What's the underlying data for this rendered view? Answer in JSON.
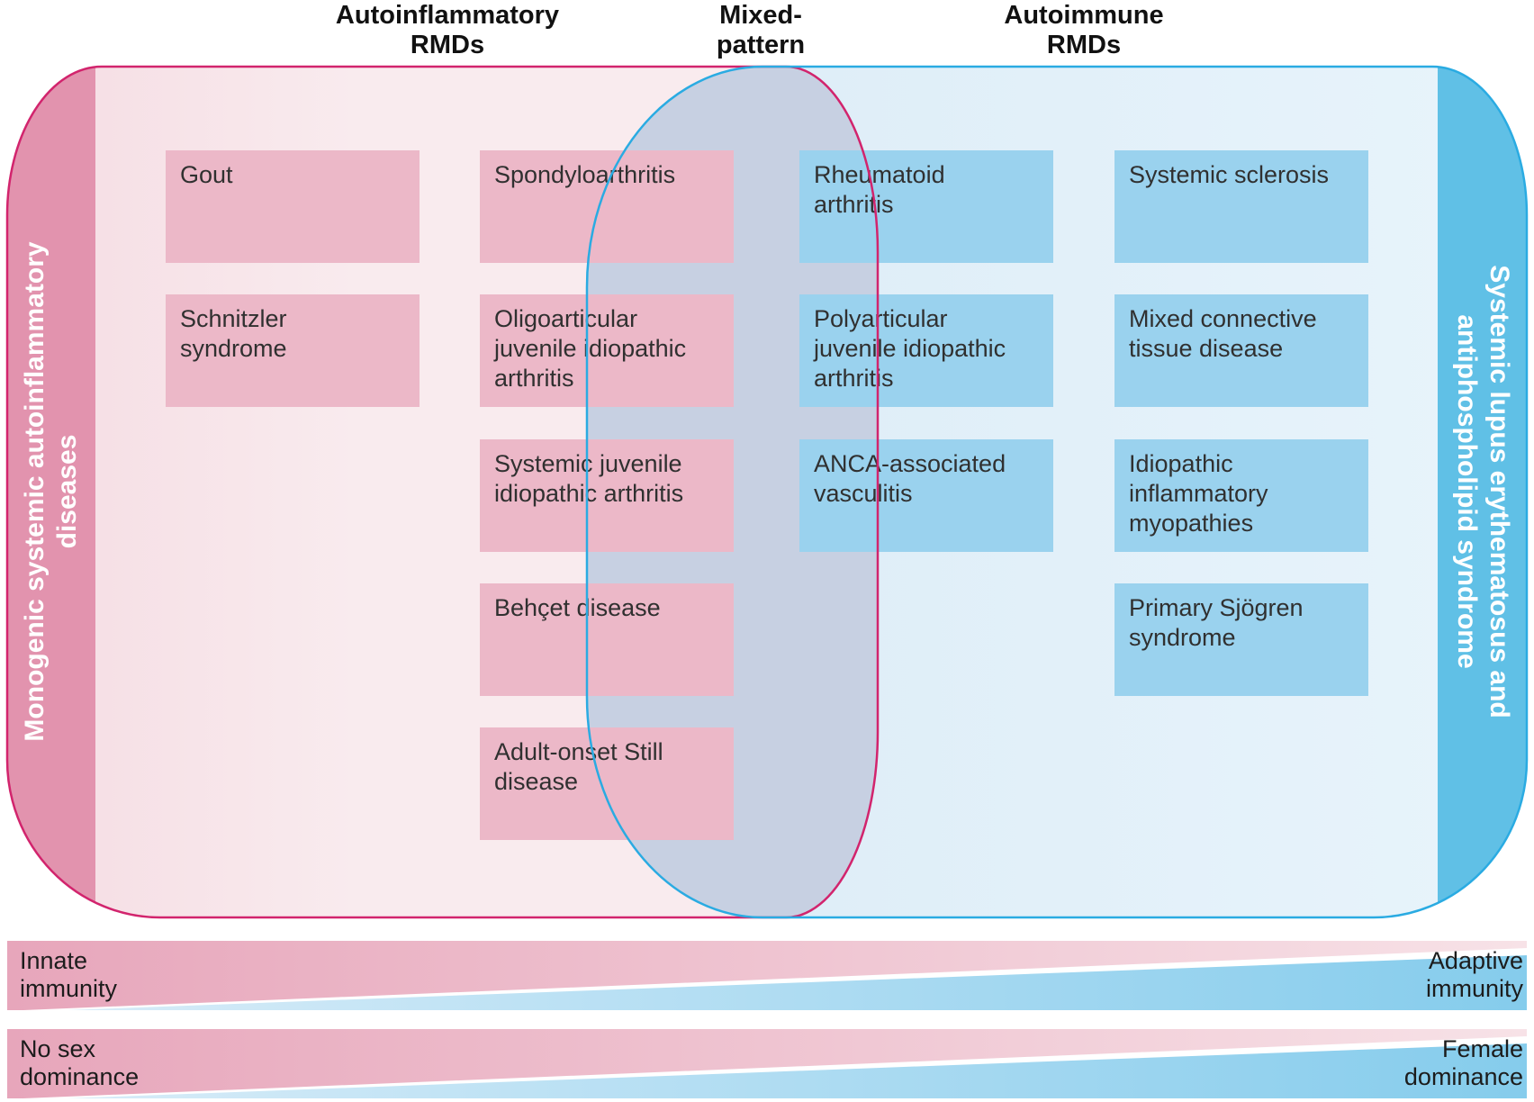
{
  "figure": {
    "title_headers": [
      {
        "label": "Autoinflammatory\nRMDs"
      },
      {
        "label": "Mixed-\npattern"
      },
      {
        "label": "Autoimmune\nRMDs"
      }
    ],
    "left_band_label": "Monogenic systemic autoinflammatory\ndiseases",
    "right_band_label": "Systemic lupus erythematosus and\nantiphospholipid syndrome",
    "disease_boxes": [
      {
        "label": "Gout",
        "group": "autoinflammatory"
      },
      {
        "label": "Schnitzler\nsyndrome",
        "group": "autoinflammatory"
      },
      {
        "label": "Spondyloarthritis",
        "group": "autoinflammatory"
      },
      {
        "label": "Oligoarticular\njuvenile idiopathic\narthritis",
        "group": "autoinflammatory"
      },
      {
        "label": "Systemic juvenile\nidiopathic arthritis",
        "group": "autoinflammatory"
      },
      {
        "label": "Behçet disease",
        "group": "autoinflammatory"
      },
      {
        "label": "Adult-onset Still\ndisease",
        "group": "autoinflammatory"
      },
      {
        "label": "Rheumatoid\narthritis",
        "group": "autoimmune"
      },
      {
        "label": "Polyarticular\njuvenile idiopathic\narthritis",
        "group": "autoimmune"
      },
      {
        "label": "ANCA-associated\nvasculitis",
        "group": "autoimmune"
      },
      {
        "label": "Systemic sclerosis",
        "group": "autoimmune"
      },
      {
        "label": "Mixed connective\ntissue disease",
        "group": "autoimmune"
      },
      {
        "label": "Idiopathic\ninflammatory\nmyopathies",
        "group": "autoimmune"
      },
      {
        "label": "Primary Sjögren\nsyndrome",
        "group": "autoimmune"
      }
    ],
    "spectrum_bars": [
      {
        "left_label": "Innate\nimmunity",
        "right_label": "Adaptive\nimmunity"
      },
      {
        "left_label": "No sex\ndominance",
        "right_label": "Female\ndominance"
      }
    ],
    "colors": {
      "pink_border": "#d2246d",
      "blue_border": "#2aabe2",
      "pink_band": "#e293ae",
      "blue_band": "#60c0e6",
      "pink_panel_deep": "#f5dce3",
      "pink_panel_light": "#f9ebee",
      "blue_panel_deep": "#dcecf7",
      "blue_panel_light": "#e8f4fb",
      "overlap_fill": "#c7d0e2",
      "pink_box": "#ecb8c8",
      "blue_box": "#9ad2ee",
      "bar_pink_left": "#e7a6bb",
      "bar_pink_right": "#f7e2e7",
      "bar_blue_left": "#d8ecf8",
      "bar_blue_right": "#85ccec",
      "text_dark": "#303030"
    }
  }
}
